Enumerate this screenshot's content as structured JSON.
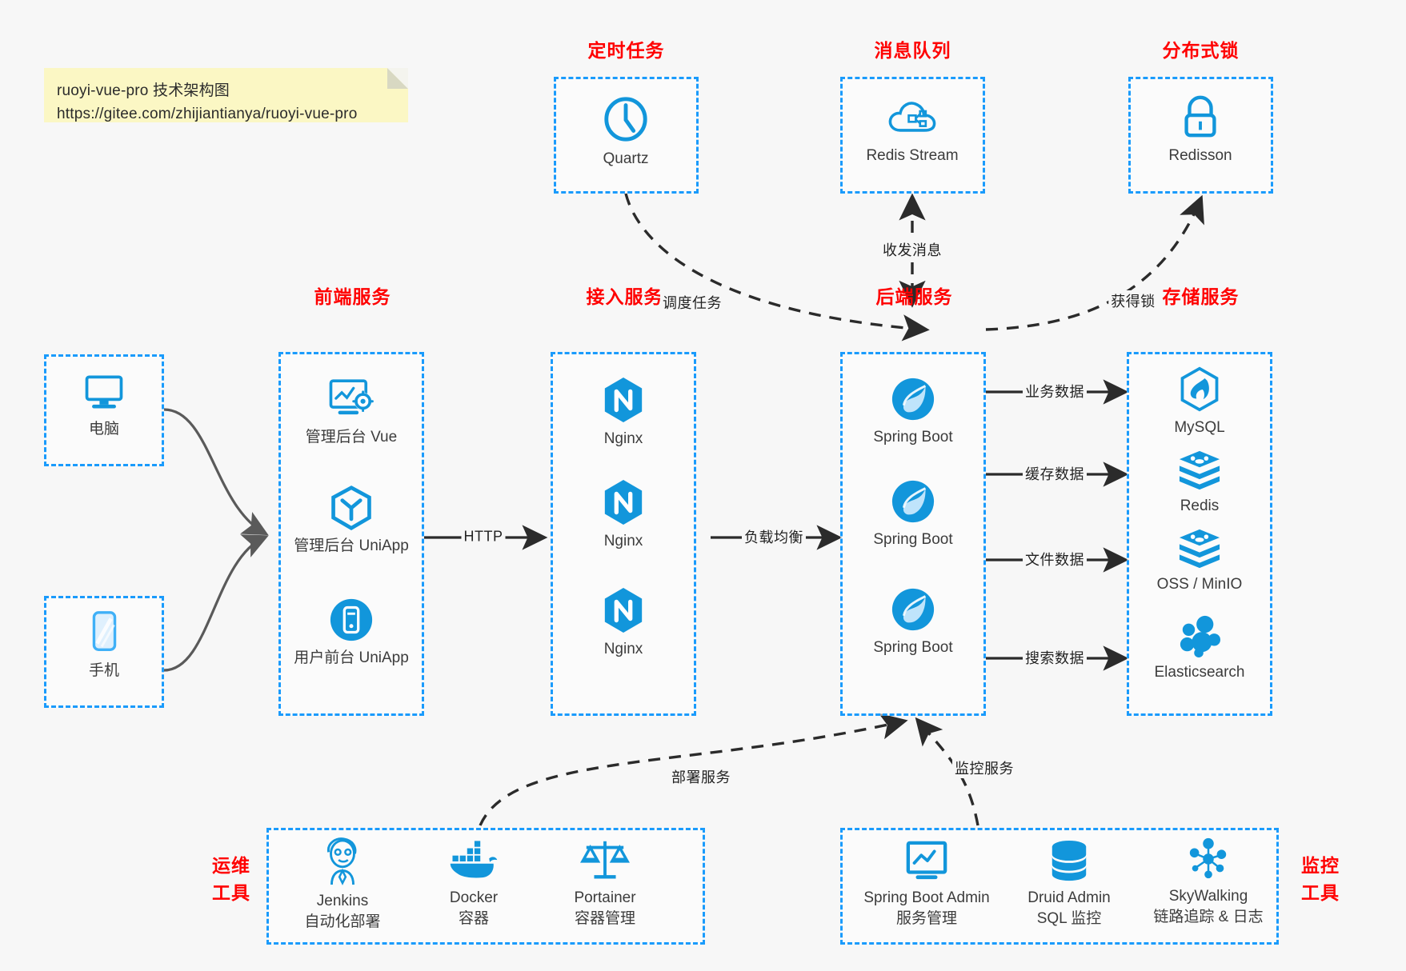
{
  "note": {
    "line1": "ruoyi-vue-pro 技术架构图",
    "line2": "https://gitee.com/zhijiantianya/ruoyi-vue-pro"
  },
  "colors": {
    "accent_blue": "#1a9bfc",
    "title_red": "#ff0000",
    "icon_blue": "#1296db",
    "edge_dark": "#333333",
    "edge_gray": "#595959",
    "canvas": "#f7f7f7",
    "note_yellow": "#fbf7c4"
  },
  "groups": {
    "scheduled_tasks": {
      "title": "定时任务",
      "nodes": [
        {
          "label": "Quartz",
          "icon": "clock-icon"
        }
      ]
    },
    "message_queue": {
      "title": "消息队列",
      "nodes": [
        {
          "label": "Redis Stream",
          "icon": "cloud-network-icon"
        }
      ]
    },
    "distributed_lock": {
      "title": "分布式锁",
      "nodes": [
        {
          "label": "Redisson",
          "icon": "lock-icon"
        }
      ]
    },
    "clients": {
      "nodes": [
        {
          "label": "电脑",
          "icon": "desktop-monitor-icon"
        },
        {
          "label": "手机",
          "icon": "mobile-phone-icon"
        }
      ]
    },
    "frontend_services": {
      "title": "前端服务",
      "nodes": [
        {
          "label": "管理后台 Vue",
          "icon": "dashboard-gear-icon"
        },
        {
          "label": "管理后台 UniApp",
          "icon": "hexagon-y-icon"
        },
        {
          "label": "用户前台 UniApp",
          "icon": "app-circle-icon"
        }
      ]
    },
    "access_services": {
      "title": "接入服务",
      "nodes": [
        {
          "label": "Nginx",
          "icon": "nginx-icon"
        },
        {
          "label": "Nginx",
          "icon": "nginx-icon"
        },
        {
          "label": "Nginx",
          "icon": "nginx-icon"
        }
      ]
    },
    "backend_services": {
      "title": "后端服务",
      "nodes": [
        {
          "label": "Spring Boot",
          "icon": "spring-leaf-icon"
        },
        {
          "label": "Spring Boot",
          "icon": "spring-leaf-icon"
        },
        {
          "label": "Spring Boot",
          "icon": "spring-leaf-icon"
        }
      ]
    },
    "storage_services": {
      "title": "存储服务",
      "nodes": [
        {
          "label": "MySQL",
          "icon": "mysql-dolphin-icon"
        },
        {
          "label": "Redis",
          "icon": "redis-stack-icon"
        },
        {
          "label": "OSS / MinIO",
          "icon": "redis-stack-icon"
        },
        {
          "label": "Elasticsearch",
          "icon": "elasticsearch-icon"
        }
      ]
    },
    "devops_tools": {
      "title_line1": "运维",
      "title_line2": "工具",
      "nodes": [
        {
          "label": "Jenkins",
          "sublabel": "自动化部署",
          "icon": "jenkins-butler-icon"
        },
        {
          "label": "Docker",
          "sublabel": "容器",
          "icon": "docker-whale-icon"
        },
        {
          "label": "Portainer",
          "sublabel": "容器管理",
          "icon": "scales-balance-icon"
        }
      ]
    },
    "monitor_tools": {
      "title_line1": "监控",
      "title_line2": "工具",
      "nodes": [
        {
          "label": "Spring Boot Admin",
          "sublabel": "服务管理",
          "icon": "monitor-chart-icon"
        },
        {
          "label": "Druid Admin",
          "sublabel": "SQL 监控",
          "icon": "database-cylinder-icon"
        },
        {
          "label": "SkyWalking",
          "sublabel": "链路追踪 & 日志",
          "icon": "node-graph-icon"
        }
      ]
    }
  },
  "edges": [
    {
      "id": "schedule-task",
      "label": "调度任务",
      "style": "dashed"
    },
    {
      "id": "send-receive-message",
      "label": "收发消息",
      "style": "dashed-bidirectional"
    },
    {
      "id": "acquire-lock",
      "label": "获得锁",
      "style": "dashed"
    },
    {
      "id": "http",
      "label": "HTTP",
      "style": "solid"
    },
    {
      "id": "load-balance",
      "label": "负载均衡",
      "style": "solid"
    },
    {
      "id": "business-data",
      "label": "业务数据",
      "style": "solid"
    },
    {
      "id": "cache-data",
      "label": "缓存数据",
      "style": "solid"
    },
    {
      "id": "file-data",
      "label": "文件数据",
      "style": "solid"
    },
    {
      "id": "search-data",
      "label": "搜索数据",
      "style": "solid"
    },
    {
      "id": "deploy-service",
      "label": "部署服务",
      "style": "dashed"
    },
    {
      "id": "monitor-service",
      "label": "监控服务",
      "style": "dashed"
    }
  ]
}
